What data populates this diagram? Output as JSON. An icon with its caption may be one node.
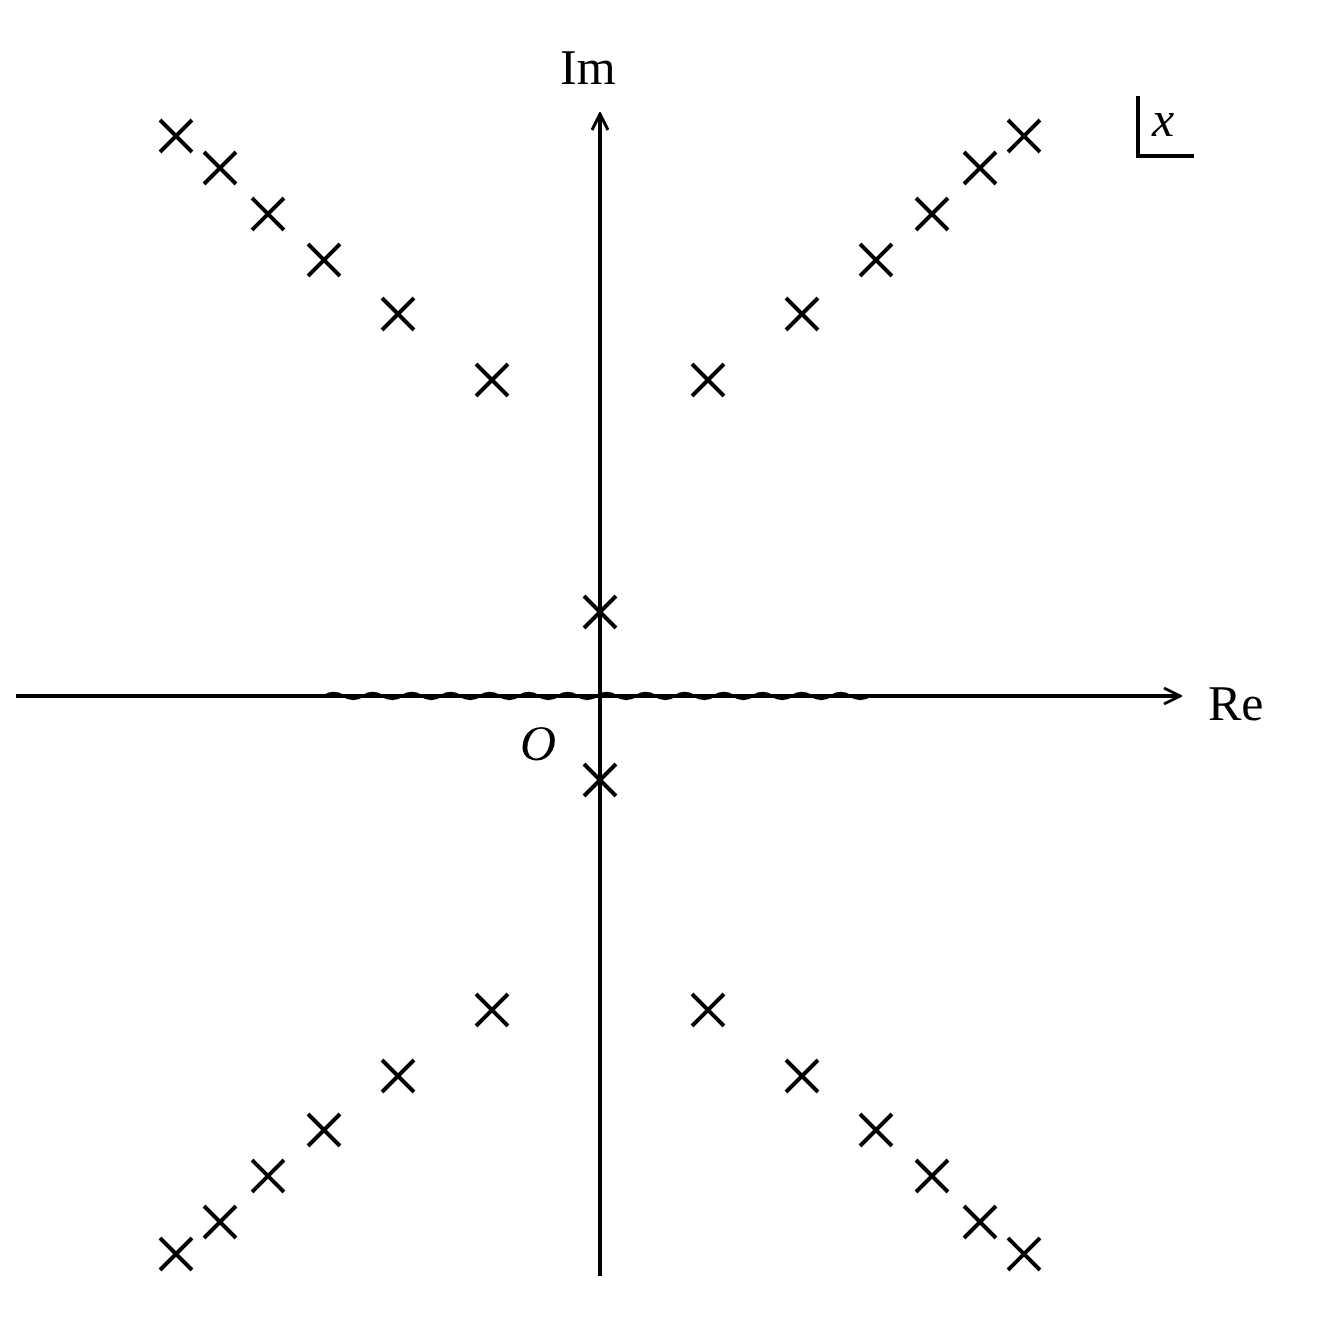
{
  "diagram": {
    "labels": [
      "Im",
      "Re",
      "O",
      "x"
    ]
  }
}
